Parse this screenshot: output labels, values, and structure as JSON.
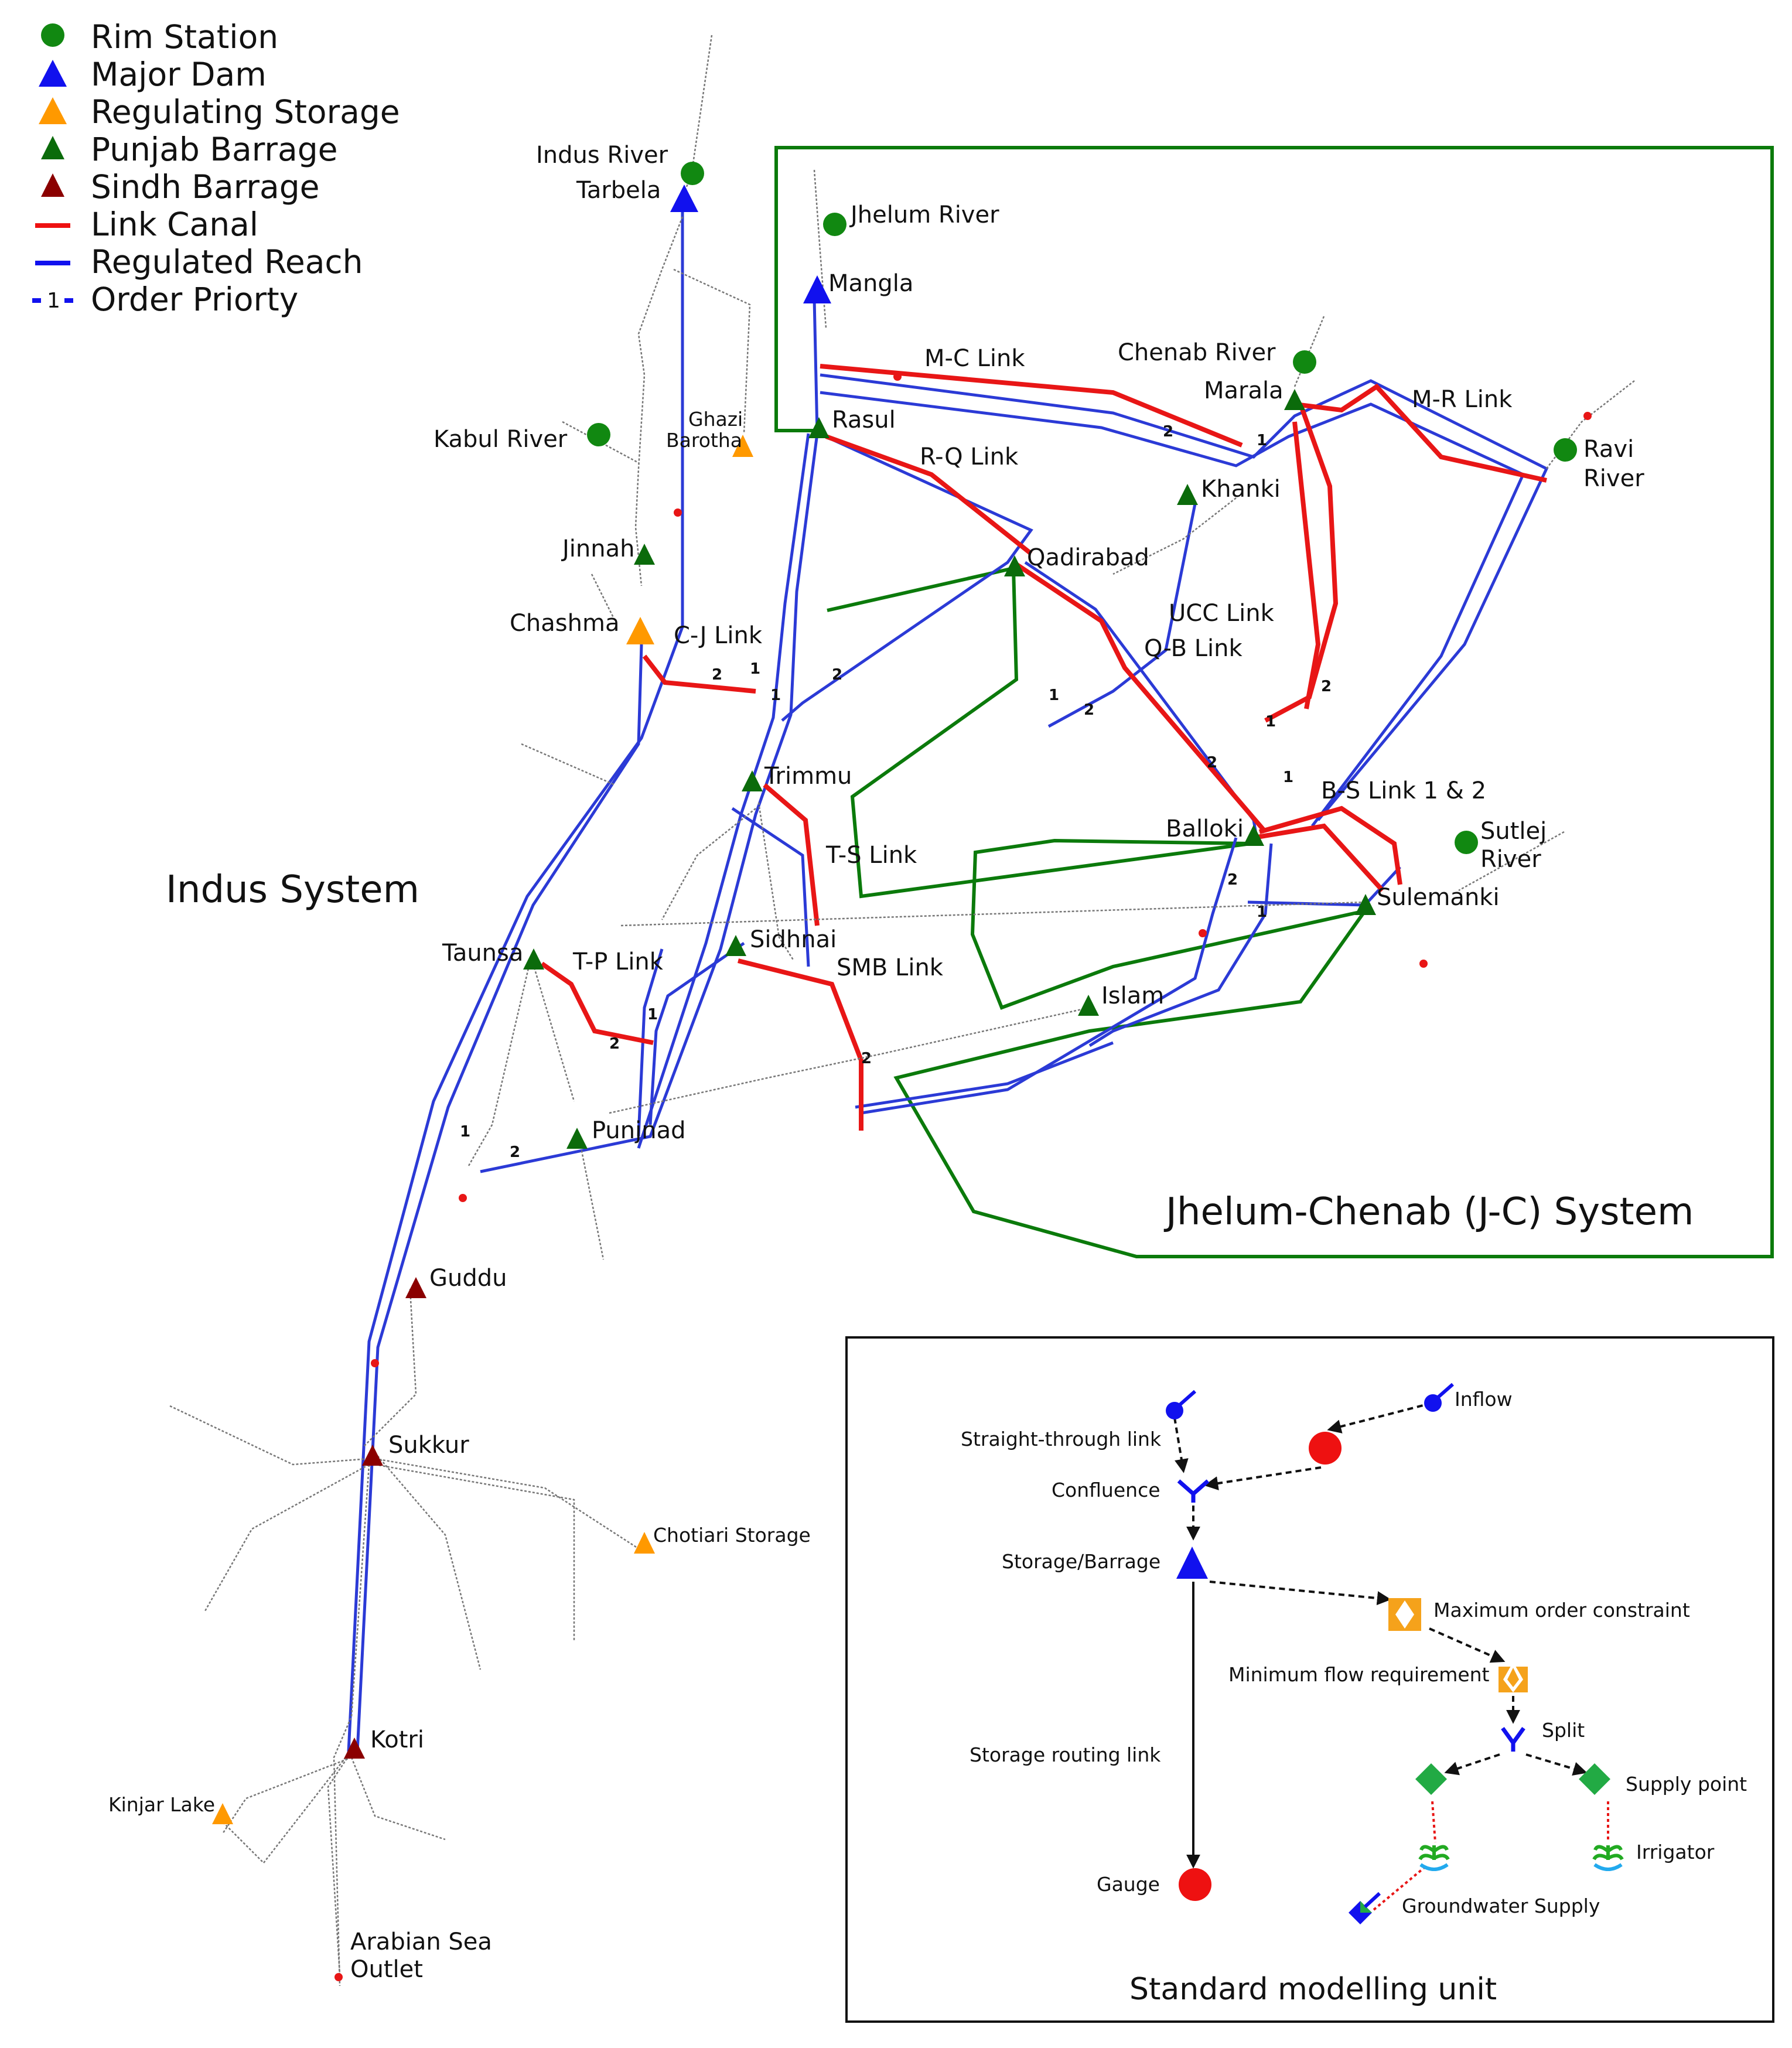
{
  "legend": [
    {
      "label": "Rim Station",
      "symbol": "circle",
      "color": "#118811"
    },
    {
      "label": "Major Dam",
      "symbol": "triangle",
      "color": "#1111ee"
    },
    {
      "label": "Regulating Storage",
      "symbol": "triangle",
      "color": "#ff9900"
    },
    {
      "label": "Punjab Barrage",
      "symbol": "triangle",
      "color": "#0b6b0b"
    },
    {
      "label": "Sindh Barrage",
      "symbol": "triangle",
      "color": "#8b0000"
    },
    {
      "label": "Link Canal",
      "symbol": "line",
      "color": "#ee1111"
    },
    {
      "label": "Regulated Reach",
      "symbol": "line",
      "color": "#1111ee"
    },
    {
      "label": "Order Priorty",
      "symbol": "dashed",
      "color": "#1111ee",
      "marker": "1"
    }
  ],
  "systems": {
    "indus": "Indus System",
    "jc": "Jhelum-Chenab (J-C) System"
  },
  "rim_stations": {
    "indus": "Indus River",
    "jhelum": "Jhelum River",
    "chenab": "Chenab River",
    "kabul": "Kabul River",
    "ravi_1": "Ravi",
    "ravi_2": "River",
    "sutlej_1": "Sutlej",
    "sutlej_2": "River"
  },
  "dams": {
    "tarbela": "Tarbela",
    "mangla": "Mangla"
  },
  "storages": {
    "ghazi_1": "Ghazi",
    "ghazi_2": "Barotha",
    "chashma": "Chashma",
    "chotiari": "Chotiari Storage",
    "kinjar": "Kinjar Lake"
  },
  "punjab_barrages": {
    "jinnah": "Jinnah",
    "rasul": "Rasul",
    "marala": "Marala",
    "khanki": "Khanki",
    "qadirabad": "Qadirabad",
    "trimmu": "Trimmu",
    "balloki": "Balloki",
    "sulemanki": "Sulemanki",
    "sidhnai": "Sidhnai",
    "islam": "Islam",
    "taunsa": "Taunsa",
    "punjnad": "Punjnad"
  },
  "sindh_barrages": {
    "guddu": "Guddu",
    "sukkur": "Sukkur",
    "kotri": "Kotri"
  },
  "links": {
    "mc": "M-C Link",
    "mr": "M-R Link",
    "rq": "R-Q Link",
    "ucc": "UCC Link",
    "qb": "Q-B Link",
    "cj": "C-J Link",
    "ts": "T-S Link",
    "bs": "B-S Link 1 & 2",
    "tp": "T-P Link",
    "smb": "SMB Link"
  },
  "outlet": {
    "line1": "Arabian Sea",
    "line2": "Outlet"
  },
  "priorities": {
    "p1": "1",
    "p2": "2"
  },
  "unit_box": {
    "title": "Standard modelling unit",
    "inflow": "Inflow",
    "straight": "Straight-through link",
    "confluence": "Confluence",
    "storage": "Storage/Barrage",
    "max_order": "Maximum order constraint",
    "min_flow": "Minimum flow requirement",
    "split": "Split",
    "routing": "Storage routing link",
    "supply": "Supply point",
    "irrigator": "Irrigator",
    "gauge": "Gauge",
    "groundwater": "Groundwater Supply"
  }
}
